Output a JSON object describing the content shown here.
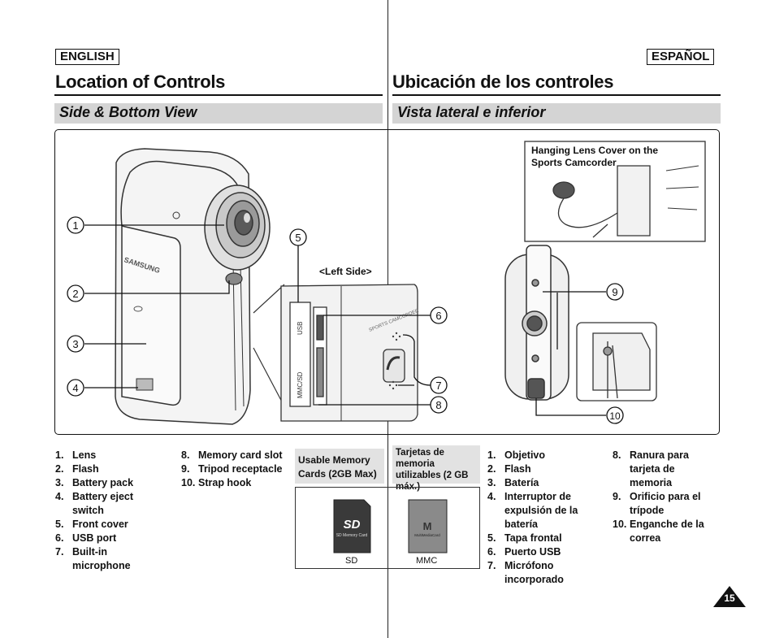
{
  "header": {
    "lang_left": "ENGLISH",
    "lang_right": "ESPAÑOL",
    "title_left": "Location of Controls",
    "title_right": "Ubicación de los controles",
    "section_left": "Side & Bottom View",
    "section_right": "Vista lateral e inferior"
  },
  "figure": {
    "left_side_label": "<Left Side>",
    "inset_caption": "Hanging Lens Cover on the Sports Camcorder",
    "callouts": [
      "1",
      "2",
      "3",
      "4",
      "5",
      "6",
      "7",
      "8",
      "9",
      "10"
    ],
    "brand": "SAMSUNG",
    "side_text": "SPORTS CAMCORDER",
    "slot_usb": "USB",
    "slot_sd": "MMC/SD"
  },
  "english_list_a": [
    {
      "n": "1.",
      "text": "Lens"
    },
    {
      "n": "2.",
      "text": "Flash"
    },
    {
      "n": "3.",
      "text": "Battery pack"
    },
    {
      "n": "4.",
      "text": "Battery eject switch"
    },
    {
      "n": "5.",
      "text": "Front cover"
    },
    {
      "n": "6.",
      "text": "USB port"
    },
    {
      "n": "7.",
      "text": "Built-in microphone"
    }
  ],
  "english_list_b": [
    {
      "n": "8.",
      "text": "Memory card slot"
    },
    {
      "n": "9.",
      "text": "Tripod receptacle"
    },
    {
      "n": "10.",
      "text": "Strap hook"
    }
  ],
  "usable_memory_en": "Usable Memory Cards (2GB Max)",
  "usable_memory_es": "Tarjetas de memoria utilizables (2 GB máx.)",
  "cards": {
    "sd_label": "SD",
    "mmc_label": "MMC",
    "sd_logo": "SD",
    "sd_small": "SD Memory Card",
    "mmc_logo": "M",
    "mmc_small": "MultiMediaCard"
  },
  "spanish_list_a": [
    {
      "n": "1.",
      "text": "Objetivo"
    },
    {
      "n": "2.",
      "text": "Flash"
    },
    {
      "n": "3.",
      "text": "Batería"
    },
    {
      "n": "4.",
      "text": "Interruptor de expulsión de la batería"
    },
    {
      "n": "5.",
      "text": "Tapa frontal"
    },
    {
      "n": "6.",
      "text": "Puerto USB"
    },
    {
      "n": "7.",
      "text": "Micrófono incorporado"
    }
  ],
  "spanish_list_b": [
    {
      "n": "8.",
      "text": "Ranura para tarjeta de memoria"
    },
    {
      "n": "9.",
      "text": "Orificio para el trípode"
    },
    {
      "n": "10.",
      "text": "Enganche de la correa"
    }
  ],
  "page_number": "15"
}
